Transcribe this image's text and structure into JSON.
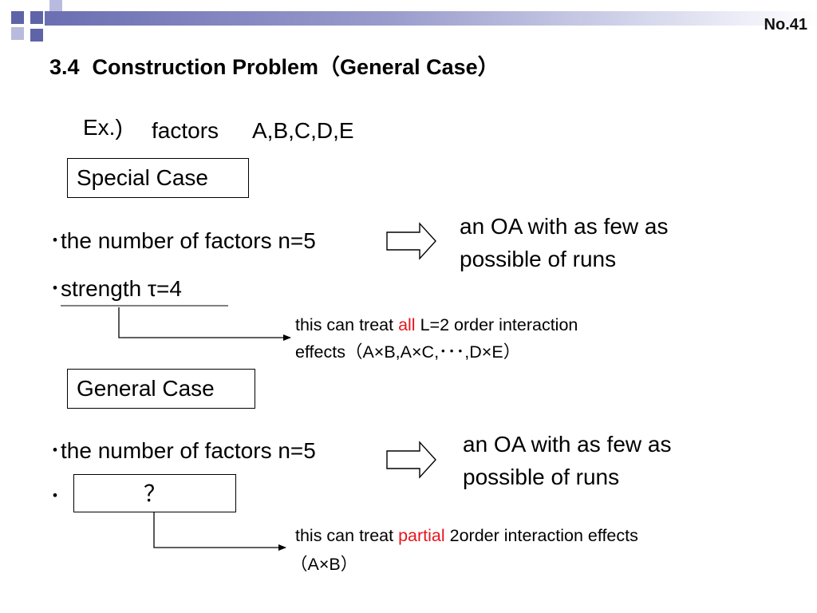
{
  "header": {
    "page_number": "No.41",
    "section_number": "3.4",
    "title": "Construction Problem（General Case）"
  },
  "example": {
    "label": "Ex.)",
    "factors_label": "factors",
    "factors_value": "A,B,C,D,E"
  },
  "special_case": {
    "heading": "Special Case",
    "bullet_1": "･the number of factors n=5",
    "bullet_2": "･strength τ=4",
    "result_line_1": "an OA with as few as",
    "result_line_2": "possible of runs",
    "note_prefix": "this can treat ",
    "note_highlight": "all",
    "note_suffix": " L=2 order interaction",
    "note_line_2": "effects（A×B,A×C,･･･,D×E）"
  },
  "general_case": {
    "heading": "General Case",
    "bullet_1": "･the number of factors n=5",
    "bullet_2_marker": "･",
    "unknown_box": "？",
    "result_line_1": "an OA with as few as",
    "result_line_2": "possible of runs",
    "note_prefix": "this can treat ",
    "note_highlight": "partial",
    "note_suffix": " 2order interaction effects",
    "note_line_2": "（A×B）"
  },
  "colors": {
    "accent": "#5f63a8",
    "highlight": "#e8141c"
  }
}
